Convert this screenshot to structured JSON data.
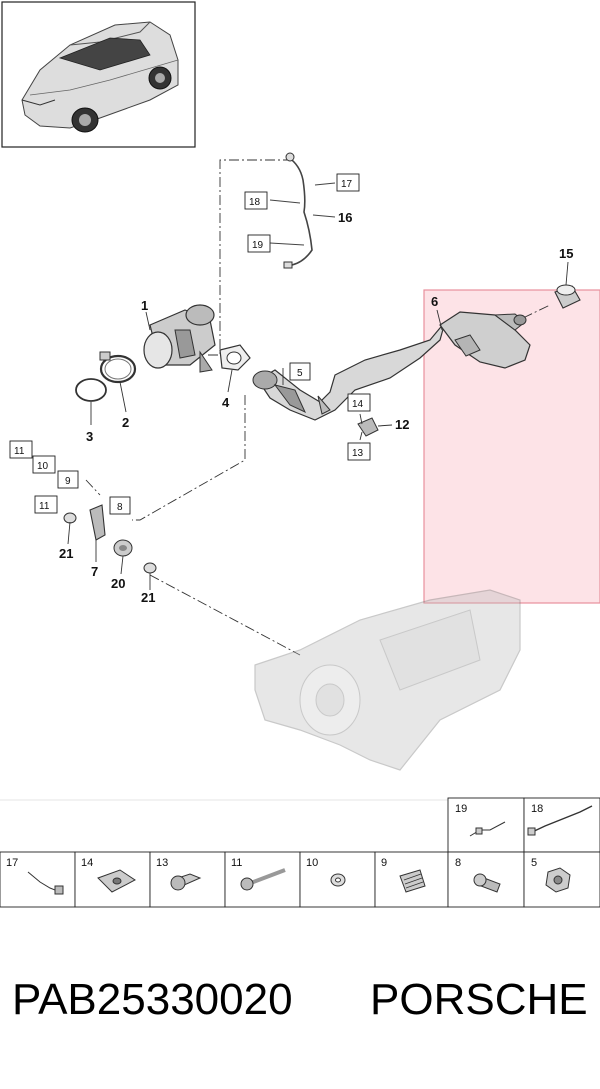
{
  "callouts": {
    "c1": "1",
    "c2": "2",
    "c3": "3",
    "c4": "4",
    "c5": "5",
    "c6": "6",
    "c7": "7",
    "c8": "8",
    "c9": "9",
    "c10": "10",
    "c11a": "11",
    "c11b": "11",
    "c12": "12",
    "c13": "13",
    "c14": "14",
    "c15": "15",
    "c16": "16",
    "c17": "17",
    "c18": "18",
    "c19": "19",
    "c20": "20",
    "c21a": "21",
    "c21b": "21"
  },
  "legend_top": [
    "19",
    "18"
  ],
  "legend_bottom": [
    "17",
    "14",
    "13",
    "11",
    "10",
    "9",
    "8",
    "5"
  ],
  "footer": {
    "part_number": "PAB25330020",
    "brand": "PORSCHE"
  },
  "colors": {
    "highlight_fill": "#fde3e7",
    "highlight_stroke": "#e8909c",
    "line": "#333333"
  }
}
